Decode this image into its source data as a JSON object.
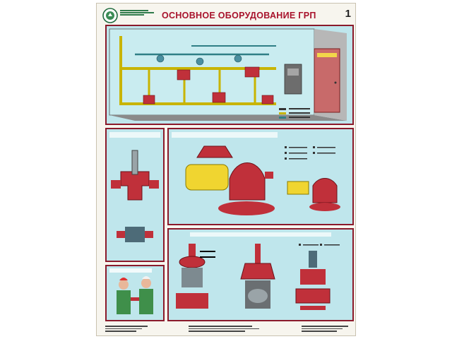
{
  "poster": {
    "title": "ОСНОВНОЕ ОБОРУДОВАНИЕ ГРП",
    "sheet_number": "1"
  },
  "colors": {
    "frame": "#8b1a2b",
    "panel_bg": "#bfe6ec",
    "title": "#a8122b",
    "pipe_yellow": "#c8b400",
    "valve_red": "#c0303a",
    "wall": "#9a9a9a"
  },
  "icons": [
    "organization-logo-icon",
    "gas-pipeline-diagram",
    "regulator-cutaway",
    "workers-illustration"
  ]
}
